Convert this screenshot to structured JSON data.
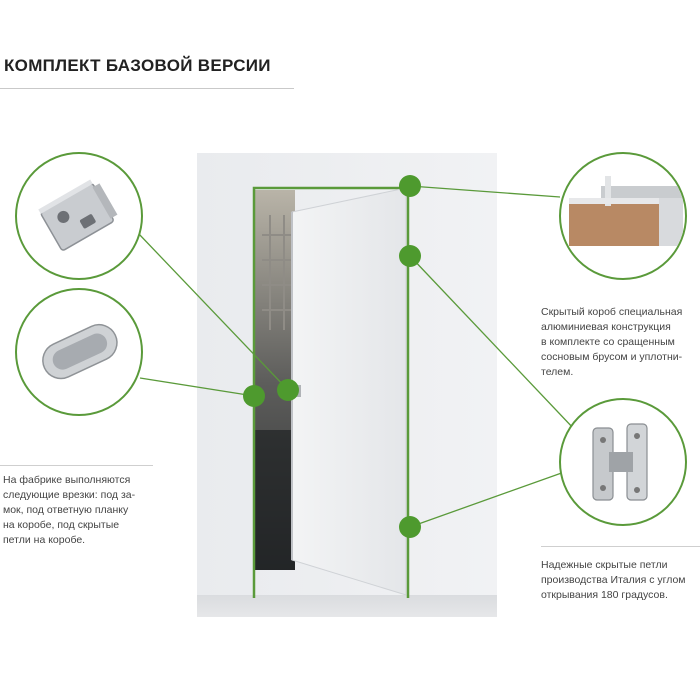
{
  "header": {
    "title": "КОМПЛЕКТ БАЗОВОЙ ВЕРСИИ"
  },
  "callouts": {
    "frame": {
      "lines": [
        "Скрытый короб  специальная",
        "алюминиевая конструкция",
        "в комплекте со сращенным",
        "сосновым брусом и уплотни-",
        "телем."
      ]
    },
    "cutouts": {
      "lines": [
        "На фабрике выполняются",
        "следующие врезки: под за-",
        "мок, под ответную планку",
        "на коробе, под скрытые",
        "петли на коробе."
      ]
    },
    "hinges": {
      "lines": [
        "Надежные скрытые петли",
        "производства Италия с углом",
        "открывания 180 градусов."
      ]
    }
  },
  "colors": {
    "accent": "#5a9a3a",
    "marker": "#4e9a2e"
  },
  "icons": [
    "lock-mechanism-icon",
    "door-handle-icon",
    "aluminium-frame-profile-icon",
    "hidden-hinge-icon"
  ]
}
